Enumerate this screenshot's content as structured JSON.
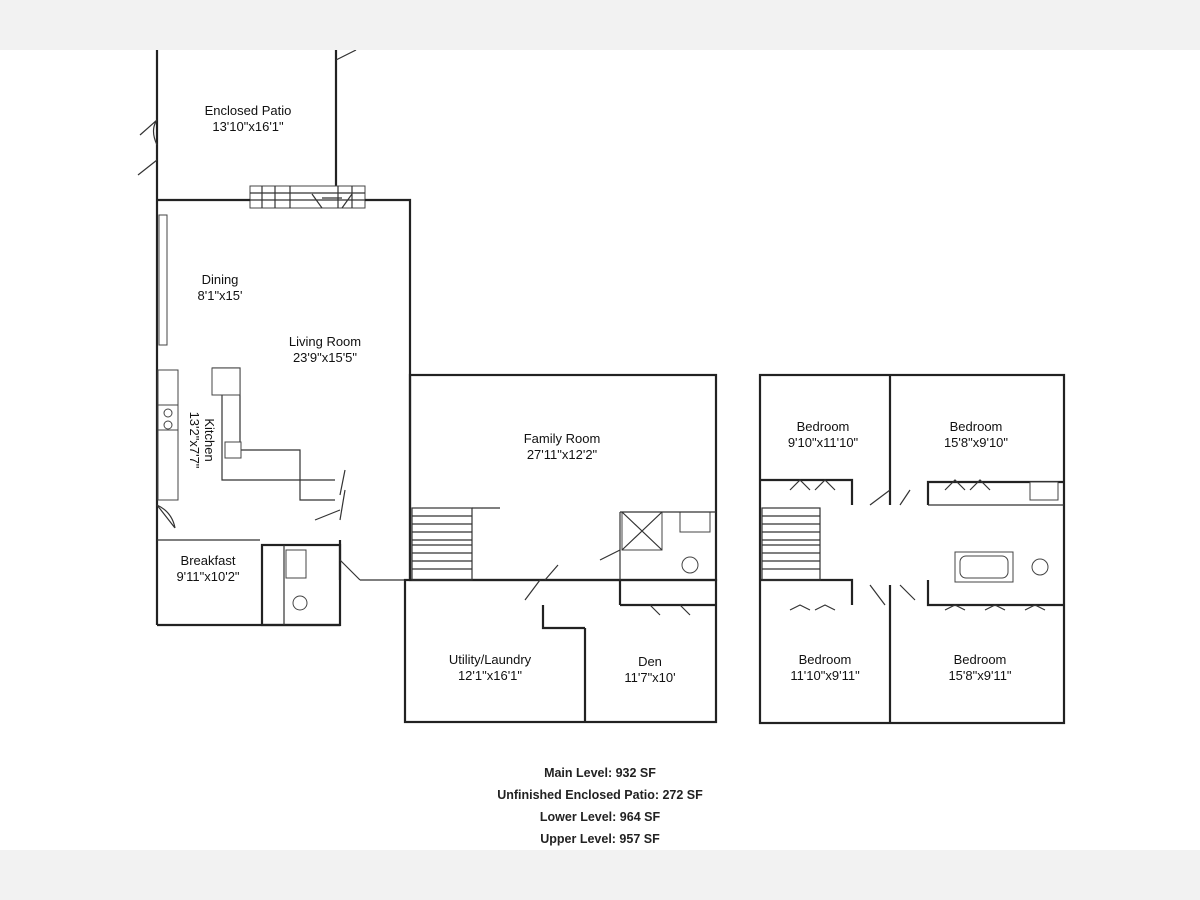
{
  "rooms": {
    "enclosed_patio": {
      "name": "Enclosed Patio",
      "dims": "13'10\"x16'1\""
    },
    "dining": {
      "name": "Dining",
      "dims": "8'1\"x15'"
    },
    "living_room": {
      "name": "Living Room",
      "dims": "23'9\"x15'5\""
    },
    "kitchen": {
      "name": "Kitchen",
      "dims": "13'2\"x7'7\""
    },
    "breakfast": {
      "name": "Breakfast",
      "dims": "9'11\"x10'2\""
    },
    "family_room": {
      "name": "Family Room",
      "dims": "27'11\"x12'2\""
    },
    "utility_laundry": {
      "name": "Utility/Laundry",
      "dims": "12'1\"x16'1\""
    },
    "den": {
      "name": "Den",
      "dims": "11'7\"x10'"
    },
    "bedroom_ul": {
      "name": "Bedroom",
      "dims": "9'10\"x11'10\""
    },
    "bedroom_ur": {
      "name": "Bedroom",
      "dims": "15'8\"x9'10\""
    },
    "bedroom_ll": {
      "name": "Bedroom",
      "dims": "11'10\"x9'11\""
    },
    "bedroom_lr": {
      "name": "Bedroom",
      "dims": "15'8\"x9'11\""
    }
  },
  "totals": {
    "main": "Main Level: 932 SF",
    "patio": "Unfinished Enclosed Patio: 272 SF",
    "lower": "Lower Level: 964 SF",
    "upper": "Upper Level: 957 SF"
  }
}
